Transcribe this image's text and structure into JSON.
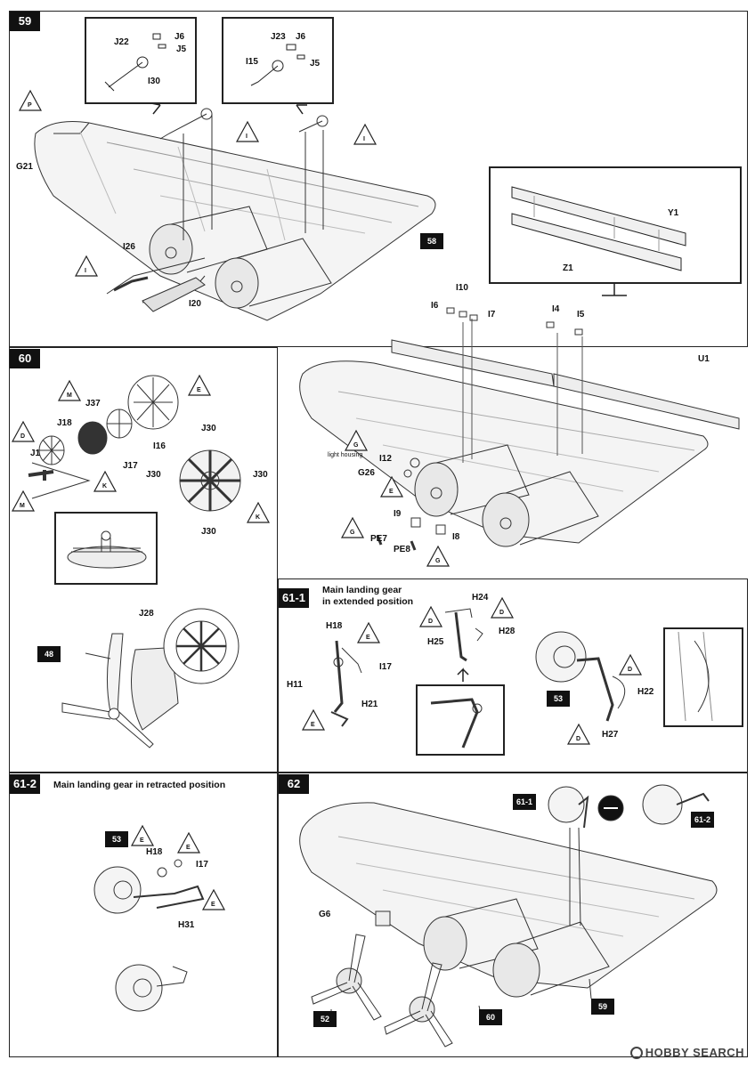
{
  "steps": {
    "s59": "59",
    "s60": "60",
    "s61_1": "61-1",
    "s61_2": "61-2",
    "s62": "62"
  },
  "captions": {
    "c61_1_line1": "Main landing gear",
    "c61_1_line2": "in extended position",
    "c61_2": "Main landing gear in retracted position"
  },
  "badges": {
    "b58": "58",
    "b48": "48",
    "b53a": "53",
    "b53b": "53",
    "b61_1": "61-1",
    "b61_2": "61-2",
    "b52": "52",
    "b60": "60",
    "b59": "59"
  },
  "parts59": {
    "J22": "J22",
    "J6a": "J6",
    "J5a": "J5",
    "I30": "I30",
    "J23": "J23",
    "J6b": "J6",
    "I15": "I15",
    "J5b": "J5",
    "G21": "G21",
    "I26": "I26",
    "I20": "I20",
    "Y1": "Y1",
    "Z1": "Z1",
    "I10": "I10",
    "I6": "I6",
    "I7": "I7",
    "I4": "I4",
    "I5": "I5",
    "U1": "U1",
    "I12": "I12",
    "G26": "G26",
    "I9": "I9",
    "PE7": "PE7",
    "PE8": "PE8",
    "I8": "I8",
    "light_housing": "light housing"
  },
  "parts60": {
    "J37": "J37",
    "J18": "J18",
    "J1": "J1",
    "I16": "I16",
    "J17": "J17",
    "J30a": "J30",
    "J30b": "J30",
    "J30c": "J30",
    "J30d": "J30",
    "J28": "J28"
  },
  "parts61": {
    "H24": "H24",
    "H25": "H25",
    "H28": "H28",
    "H18": "H18",
    "I17": "I17",
    "H11": "H11",
    "H21": "H21",
    "H22": "H22",
    "H27": "H27",
    "H18b": "H18",
    "I17b": "I17",
    "H31": "H31",
    "G6": "G6"
  },
  "markers": {
    "P": "P",
    "I": "I",
    "E": "E",
    "M": "M",
    "D": "D",
    "K": "K",
    "G": "G"
  },
  "watermark": "HOBBY SEARCH"
}
